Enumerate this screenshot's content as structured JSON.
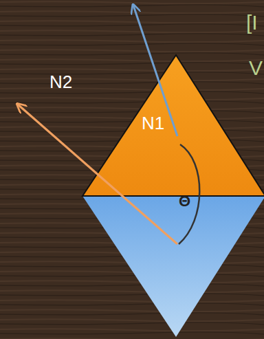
{
  "diagram": {
    "labels": [
      "N1",
      "N2",
      "Θ",
      "[I",
      "V"
    ]
  }
}
